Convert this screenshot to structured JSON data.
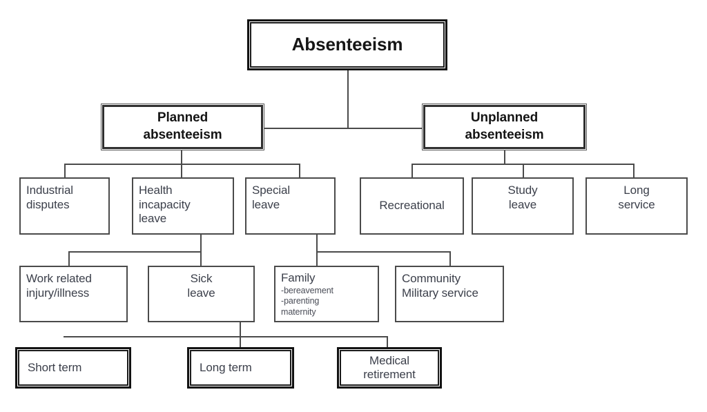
{
  "diagram": {
    "title": "Absenteeism",
    "type": "hierarchy-tree",
    "root": {
      "label": "Absenteeism"
    },
    "level2": {
      "planned": {
        "line1": "Planned",
        "line2": "absenteeism"
      },
      "unplanned": {
        "line1": "Unplanned",
        "line2": "absenteeism"
      }
    },
    "planned_children": [
      {
        "line1": "Industrial",
        "line2": "disputes",
        "line3": ""
      },
      {
        "line1": "Health",
        "line2": "incapacity",
        "line3": "leave"
      },
      {
        "line1": "Special",
        "line2": "leave",
        "line3": ""
      }
    ],
    "unplanned_children": [
      {
        "line1": "Recreational",
        "line2": ""
      },
      {
        "line1": "Study",
        "line2": "leave"
      },
      {
        "line1": "Long",
        "line2": "service"
      }
    ],
    "health_children": [
      {
        "line1": "Work related",
        "line2": "injury/illness"
      },
      {
        "line1": "Sick",
        "line2": "leave"
      }
    ],
    "special_children": [
      {
        "title": "Family",
        "items": [
          "-bereavement",
          "-parenting",
          "maternity"
        ]
      },
      {
        "line1": "Community",
        "line2": "Military service"
      }
    ],
    "sick_children": [
      {
        "label": "Short term"
      },
      {
        "label": "Long term"
      },
      {
        "line1": "Medical",
        "line2": "retirement"
      }
    ],
    "colors": {
      "line": "#4a4a4a",
      "box_border": "#4a4a4a",
      "emphasis_border": "#111111",
      "text": "#3b3f4a",
      "heading_text": "#141414",
      "background": "#ffffff"
    }
  }
}
